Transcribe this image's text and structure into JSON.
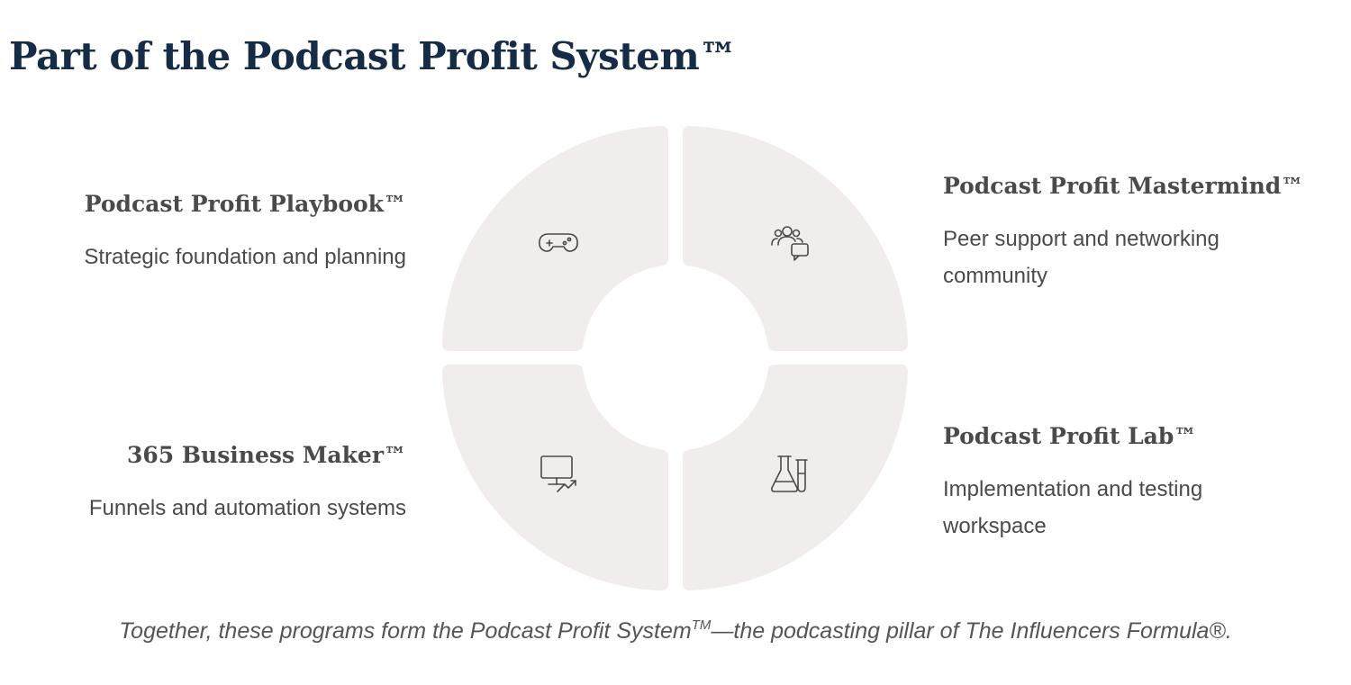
{
  "page": {
    "title": "Part of the Podcast Profit System™",
    "caption": {
      "before": "Together, these programs form the Podcast Profit System",
      "mark": "TM",
      "after": "—the podcasting pillar of The Influencers Formula®."
    }
  },
  "programs": [
    {
      "title": "Podcast Profit Playbook™",
      "description": "Strategic foundation and planning",
      "icon": "gamepad-icon"
    },
    {
      "title": "Podcast Profit Mastermind™",
      "description": "Peer support and networking community",
      "icon": "people-chat-icon"
    },
    {
      "title": "365 Business Maker™",
      "description": "Funnels and automation systems",
      "icon": "monitor-chart-icon"
    },
    {
      "title": "Podcast Profit Lab™",
      "description": "Implementation and testing workspace",
      "icon": "flask-icon"
    }
  ],
  "colors": {
    "title": "#162b45",
    "segment": "#f0edec",
    "text": "#4a4a4a",
    "icon": "#4a4a4a"
  }
}
